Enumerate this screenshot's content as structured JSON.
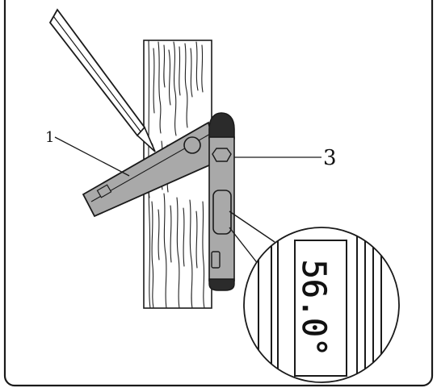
{
  "labels": {
    "part_1": "1",
    "part_3": "3"
  },
  "display": {
    "reading": "56.0°"
  },
  "colors": {
    "line": "#1a1a1a",
    "device_fill": "#a9a9a9",
    "cap_fill": "#2b2b2b",
    "wood_fill": "#ffffff"
  }
}
